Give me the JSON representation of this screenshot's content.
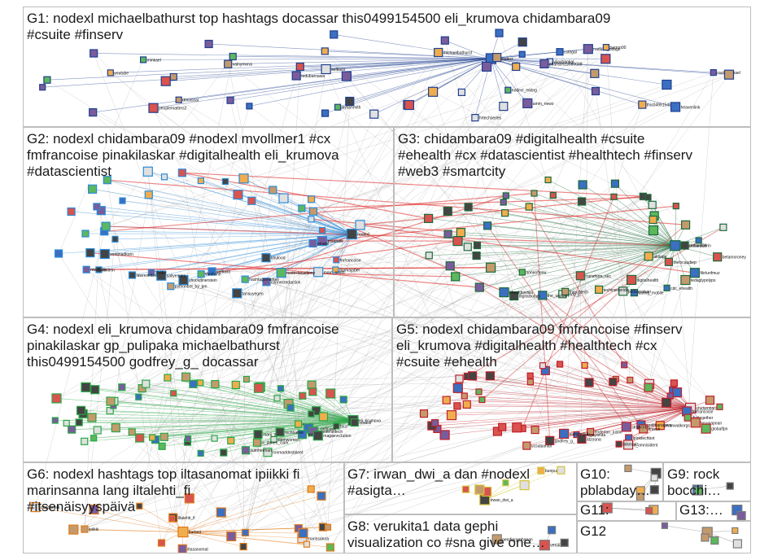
{
  "groups": [
    {
      "id": "G1",
      "label": "G1: nodexl michaelbathurst top hashtags docassar this0499154500 eli_krumova chidambara09\n#csuite #finserv",
      "color": "#1f3f8f"
    },
    {
      "id": "G2",
      "label": "G2: nodexl chidambara09 #nodexl mvollmer1 #cx\nfmfrancoise pinakilaskar #digitalhealth eli_krumova\n#datascientist",
      "color": "#2a8bd8"
    },
    {
      "id": "G3",
      "label": "G3: chidambara09 #digitalhealth #csuite\n#ehealth #cx #datascientist #healthtech #finserv\n#web3 #smartcity",
      "color": "#1b6b3a"
    },
    {
      "id": "G4",
      "label": "G4: nodexl eli_krumova chidambara09 fmfrancoise\npinakilaskar gp_pulipaka michaelbathurst\nthis0499154500 godfrey_g_ docassar",
      "color": "#28a745"
    },
    {
      "id": "G5",
      "label": "G5: nodexl chidambara09 fmfrancoise #finserv\neli_krumova #digitalhealth #healthtech #cx\n#csuite #ehealth",
      "color": "#c0202a"
    },
    {
      "id": "G6",
      "label": "G6: nodexl hashtags top iltasanomat ipiikki fi\nmarinsanna lang iltalehti_fi\n#itsenäisyyspäivä",
      "color": "#e07a1a"
    },
    {
      "id": "G7",
      "label": "G7: irwan_dwi_a dan #nodexl\n#asigta…",
      "color": "#d6c23a"
    },
    {
      "id": "G8",
      "label": "G8: verukita1 data gephi\nvisualization co #sna give one…",
      "color": "#7a7a7a"
    },
    {
      "id": "G9",
      "label": "G9: rock\nbocchi…",
      "color": "#7a7a7a"
    },
    {
      "id": "G10",
      "label": "G10:\npblabday…",
      "color": "#7a7a7a"
    },
    {
      "id": "G11",
      "label": "G11:",
      "color": "#7a7a7a"
    },
    {
      "id": "G12",
      "label": "G12",
      "color": "#7a7a7a"
    },
    {
      "id": "G13",
      "label": "G13:…",
      "color": "#7a7a7a"
    }
  ],
  "node_labels": {
    "G1": [
      "globalecr",
      "hrtechseries",
      "nodexl_mktng",
      "peoplematters2",
      "amm_news",
      "vijaybankar",
      "nadunegodage",
      "michaelbathurst",
      "docassar",
      "this0499154500",
      "youtube",
      "pharaoh23580038",
      "valnymona",
      "heavenlink",
      "seftlaxo",
      "barron00",
      "minkael",
      "tedubarnawa",
      "rautamichael",
      "cstogal",
      "jayashmith"
    ],
    "G2": [
      "nodexl",
      "rosanafe",
      "pinakil",
      "fmfrancoise",
      "dramajaber",
      "marc_smith",
      "khulood",
      "nodexlacademy",
      "connectedaction",
      "hashtagsmarkeli",
      "tansuyegen",
      "seftlaxo",
      "vanilvine",
      "chuckdinerstein",
      "pythonbot_by_pm",
      "sallyeaves",
      "bhatia",
      "lawrenkitzel",
      "anilem",
      "ravimalik",
      "sonimadkorn"
    ],
    "G3": [
      "chidambara09",
      "richardturrin",
      "betamoroney",
      "aktiapp",
      "thelocaudiep",
      "fikrlunfmuz",
      "tedaglypolyps",
      "cdc_ehealth",
      "digitalhealth",
      "caring_mobile",
      "perlsopalsari",
      "techinsideridis",
      "transform_sec",
      "corlo_jc",
      "franchtech",
      "the_unsuen",
      "digitalsolum",
      "ehealthovisia",
      "aoneoftenu"
    ],
    "G4": [
      "eli_krumova",
      "nodexl",
      "bozi",
      "moris",
      "gp_pulipaka",
      "womenintech",
      "analytics",
      "magaevo1ution",
      "technative",
      "stemwomen",
      "marij_s",
      "jc_james_clark",
      "ronmaddestalent",
      "sumherman"
    ],
    "G5": [
      "chidambara09",
      "fmfrancoise",
      "digitogether",
      "lasunapoan",
      "globalfpn",
      "evanwalkorgs",
      "aprilmanagers",
      "fintech",
      "strabcnb",
      "ipinktechbot",
      "n_omnisident",
      "mikesalz",
      "enderlon_justin",
      "sunaigayanda",
      "atzoona",
      "elanzmisul",
      "godfrey_g_",
      "ucsulpanali"
    ],
    "G6": [
      "fiarbml",
      "danbardak",
      "iltasanomat",
      "marinsanna",
      "ipiikki",
      "iltalehti_fi"
    ],
    "G7": [
      "irwan_dwi_a",
      "bunpunger"
    ],
    "G8": [
      "verukita1",
      "pendipramhanan"
    ]
  }
}
